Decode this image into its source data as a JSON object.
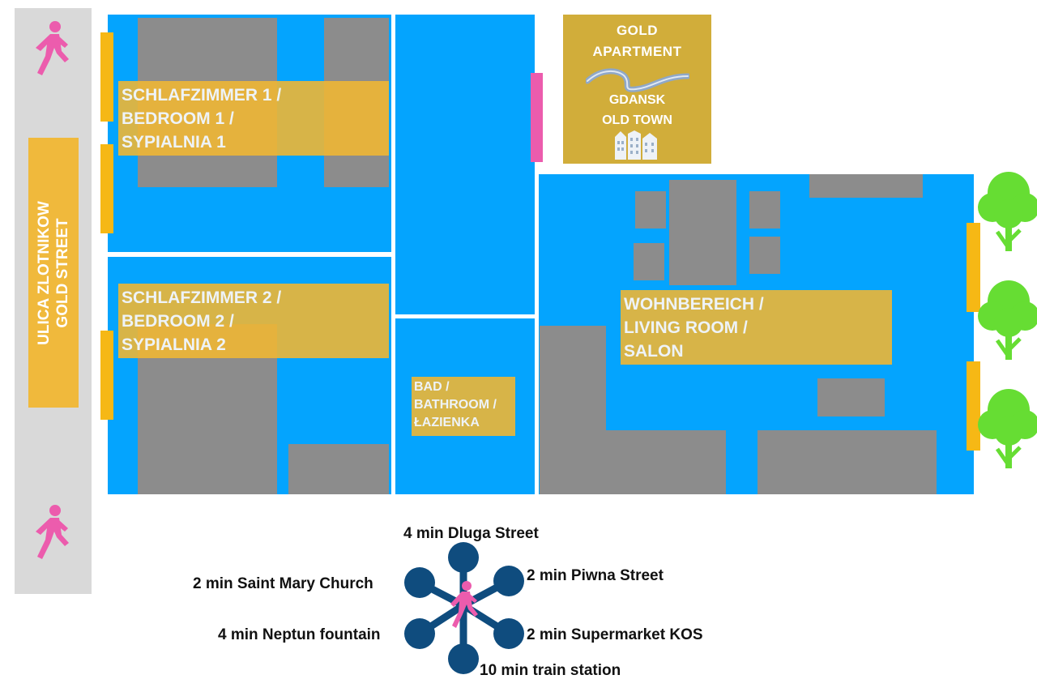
{
  "street": {
    "label": "ULICA ZLOTNIKOW\nGOLD STREET"
  },
  "rooms": {
    "bedroom1": "SCHLAFZIMMER 1 /\nBEDROOM 1 /\nSYPIALNIA 1",
    "bedroom2": "SCHLAFZIMMER 2 /\nBEDROOM 2 /\nSYPIALNIA 2",
    "bathroom": "BAD /\nBATHROOM /\nŁAZIENKA",
    "living": "WOHNBEREICH /\nLIVING ROOM /\nSALON"
  },
  "logo": {
    "line1": "GOLD",
    "line2": "APARTMENT",
    "line3": "GDANSK",
    "line4": "OLD TOWN"
  },
  "destinations": {
    "dluga": "4 min Dluga Street",
    "piwna": "2 min Piwna Street",
    "mary": "2 min Saint Mary Church",
    "neptun": "4 min Neptun fountain",
    "kos": "2 min Supermarket KOS",
    "train": "10 min train station"
  },
  "colors": {
    "room": "#04a4fe",
    "furniture": "#8c8c8c",
    "label": "#eeb634",
    "window": "#f6b815",
    "door": "#ec5cad",
    "street": "#d9d9d9",
    "hub": "#0f4c7e",
    "tree": "#66dd33"
  },
  "icons": [
    "walking-person-icon",
    "tree-icon",
    "city-buildings-icon",
    "river-icon"
  ]
}
